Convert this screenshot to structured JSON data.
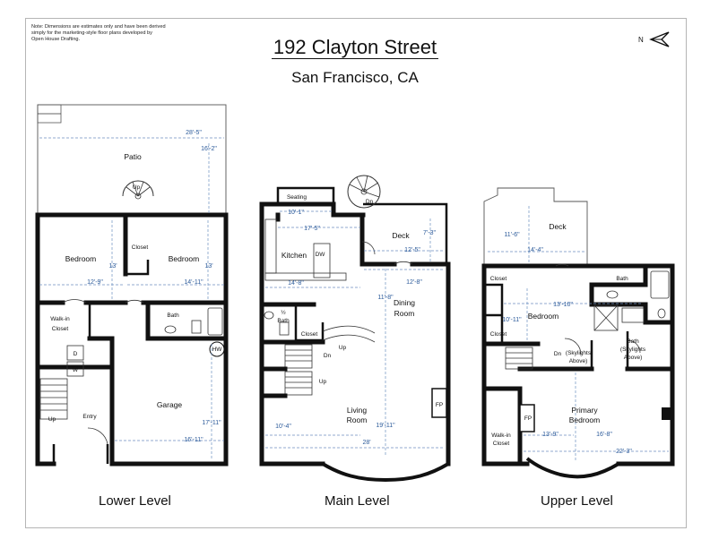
{
  "note": "Note: Dimensions are estimates only and have been derived simply for the marketing-style floor plans developed by Open House Drafting.",
  "title": "192 Clayton Street",
  "subtitle": "San Francisco, CA",
  "north_label": "N",
  "levels": {
    "lower": {
      "label": "Lower Level",
      "rooms": {
        "patio": "Patio",
        "bedroom1": "Bedroom",
        "closet": "Closet",
        "bedroom2": "Bedroom",
        "walkin": [
          "Walk-in",
          "Closet"
        ],
        "bath": "Bath",
        "garage": "Garage",
        "entry": "Entry",
        "d": "D",
        "w": "W",
        "up": "Up",
        "up_patio": "Up",
        "hw": "HW"
      },
      "dims": {
        "patio_w": "28'-5\"",
        "patio_d": "16'-2\"",
        "bed_h": "13'",
        "bed1_w": "12'-9\"",
        "bed2_h": "13'",
        "bed2_w": "14'-11\"",
        "garage_h": "17'-11\"",
        "garage_w": "16'-11\""
      }
    },
    "main": {
      "label": "Main Level",
      "rooms": {
        "seating": "Seating",
        "kitchen": "Kitchen",
        "dw": "DW",
        "deck": "Deck",
        "dn_stair": "Dn",
        "dining": [
          "Dining",
          "Room"
        ],
        "half": "½",
        "bath": "Bath",
        "closet": "Closet",
        "up": "Up",
        "dn": "Dn",
        "up2": "Up",
        "living": [
          "Living",
          "Room"
        ],
        "fp": "FP"
      },
      "dims": {
        "seat_w": "10'-1\"",
        "kit_w": "17'-5\"",
        "deck_h": "7'-3\"",
        "deck_w": "12'-5\"",
        "kit_d": "14'-8\"",
        "dining_w": "12'-8\"",
        "dining_h": "11'-8\"",
        "living_h": "19'-11\"",
        "living_w": "10'-4\"",
        "total_w": "28'"
      }
    },
    "upper": {
      "label": "Upper Level",
      "rooms": {
        "deck": "Deck",
        "closet1": "Closet",
        "closet2": "Closet",
        "bath1": "Bath",
        "bedroom": "Bedroom",
        "bath2": "Bath",
        "skylights2": [
          "(Skylights",
          "Above)"
        ],
        "dn": "Dn",
        "skylights1": [
          "(Skylights",
          "Above)"
        ],
        "fp": "FP",
        "primary": [
          "Primary",
          "Bedroom"
        ],
        "walkin": [
          "Walk-in",
          "Closet"
        ]
      },
      "dims": {
        "deck_h": "11'-6\"",
        "deck_w": "14'-4\"",
        "bed_w": "13'-10\"",
        "bed_h": "10'-11\"",
        "prim_w1": "13'-9\"",
        "prim_h": "16'-8\"",
        "prim_w2": "22'-3\""
      }
    }
  },
  "colors": {
    "wall": "#111111",
    "dimension": "#2b5a9a"
  }
}
